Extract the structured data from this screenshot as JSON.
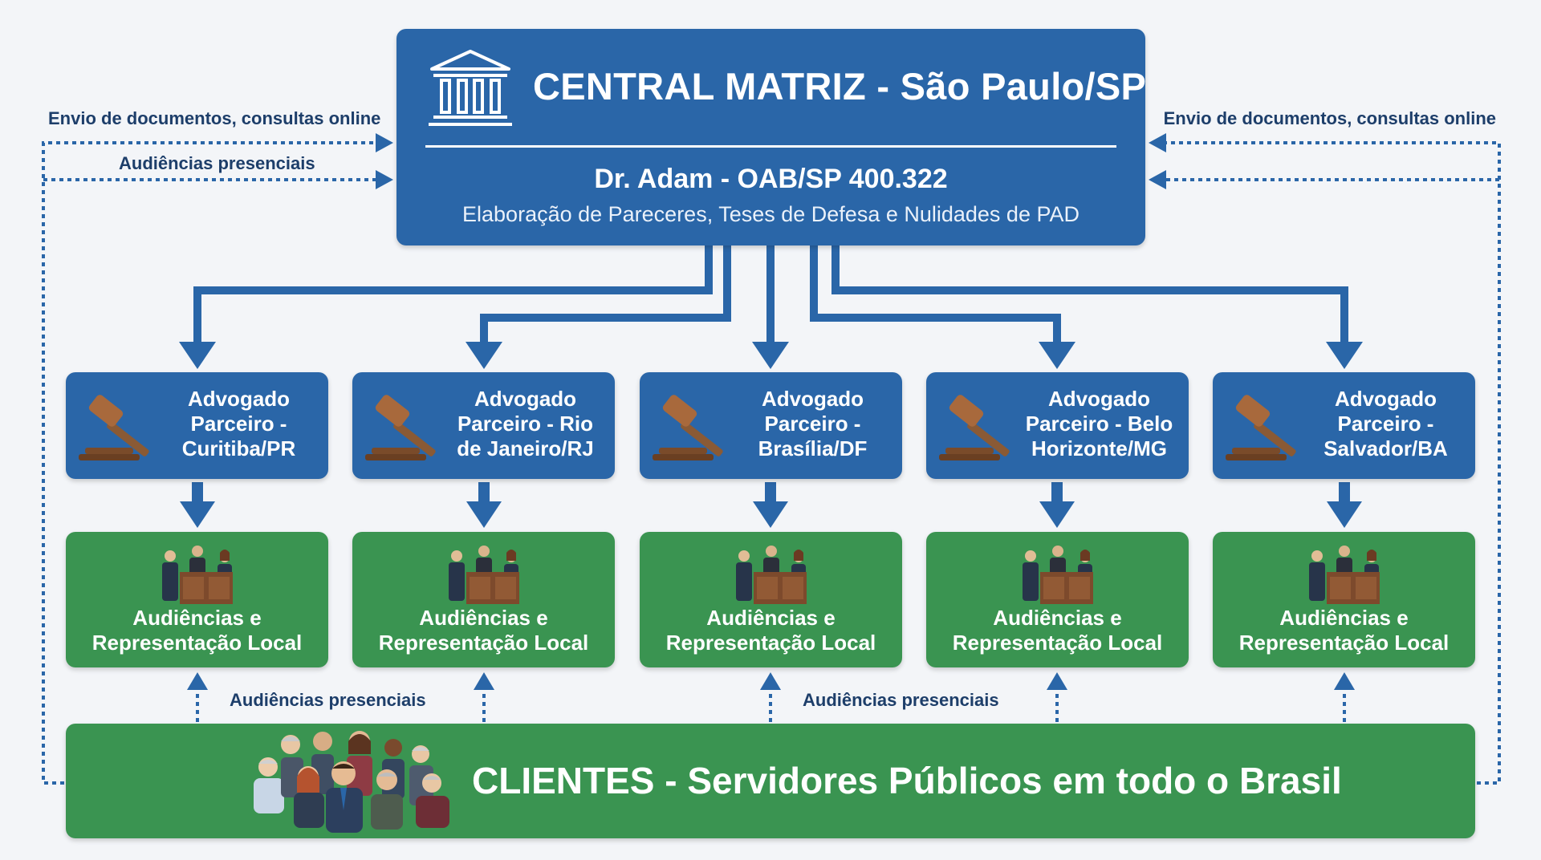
{
  "central": {
    "title": "CENTRAL MATRIZ - São Paulo/SP",
    "name": "Dr. Adam - OAB/SP 400.322",
    "description": "Elaboração de Pareceres, Teses de Defesa e Nulidades de PAD",
    "icon": "courthouse-icon"
  },
  "partners": [
    {
      "label": "Advogado\nParceiro -\nCuritiba/PR",
      "icon": "gavel-icon"
    },
    {
      "label": "Advogado\nParceiro - Rio\nde Janeiro/RJ",
      "icon": "gavel-icon"
    },
    {
      "label": "Advogado\nParceiro -\nBrasília/DF",
      "icon": "gavel-icon"
    },
    {
      "label": "Advogado\nParceiro - Belo\nHorizonte/MG",
      "icon": "gavel-icon"
    },
    {
      "label": "Advogado\nParceiro -\nSalvador/BA",
      "icon": "gavel-icon"
    }
  ],
  "local": [
    {
      "label": "Audiências e\nRepresentação Local",
      "icon": "courtroom-icon"
    },
    {
      "label": "Audiências e\nRepresentação Local",
      "icon": "courtroom-icon"
    },
    {
      "label": "Audiências e\nRepresentação Local",
      "icon": "courtroom-icon"
    },
    {
      "label": "Audiências e\nRepresentação Local",
      "icon": "courtroom-icon"
    },
    {
      "label": "Audiências e\nRepresentação Local",
      "icon": "courtroom-icon"
    }
  ],
  "clients": {
    "title": "CLIENTES - Servidores Públicos em todo o Brasil",
    "icon": "people-group-icon"
  },
  "notes": {
    "left_top": "Envio de documentos, consultas online",
    "left_bottom": "Audiências presenciais",
    "right_top": "Envio de documentos, consultas online",
    "bottom_left": "Audiências presenciais",
    "bottom_right": "Audiências presenciais"
  },
  "colors": {
    "blue": "#2a66a8",
    "green": "#3a9451",
    "dotted_line": "#2a66a8",
    "note_text": "#1d3e6a"
  }
}
